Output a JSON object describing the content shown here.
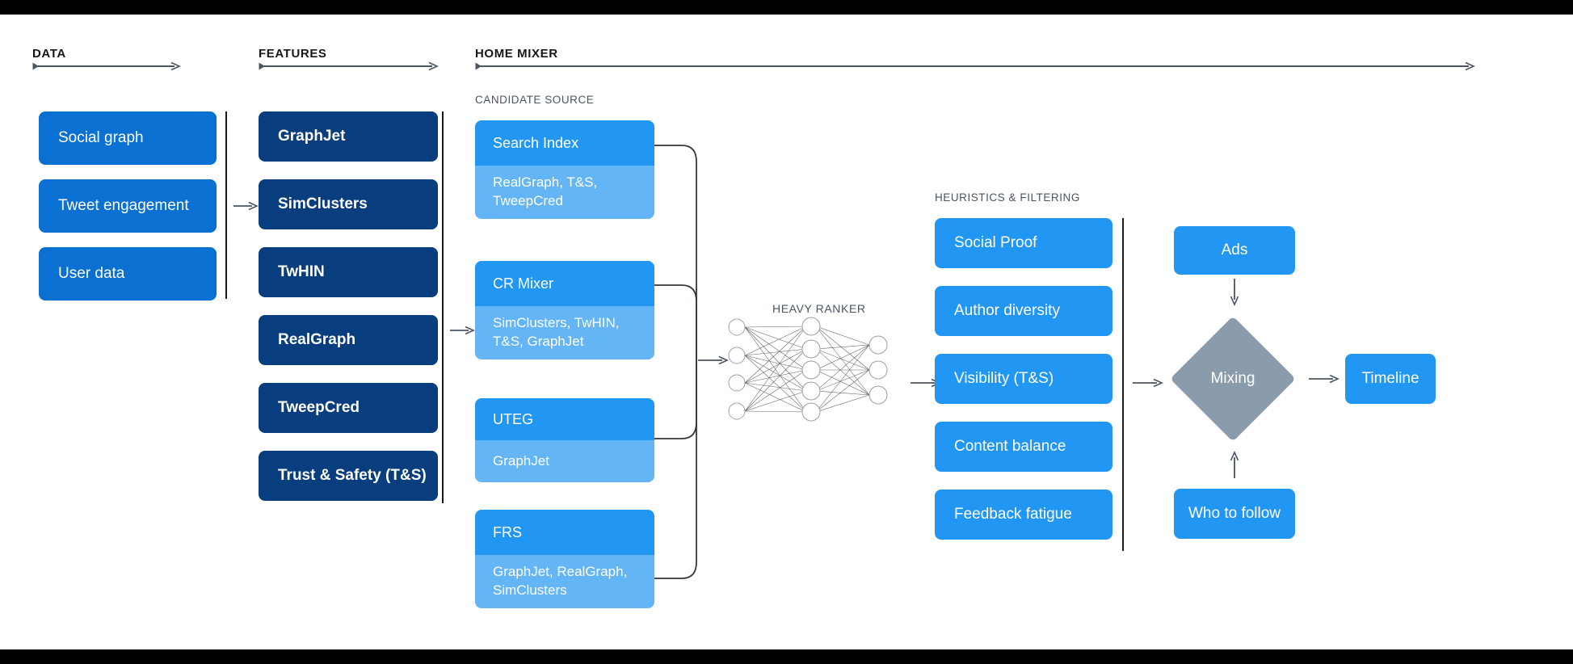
{
  "meta": {
    "background": "#000000",
    "canvas_background": "#ffffff",
    "colors": {
      "data_card": "#0a70d1",
      "feature_card": "#083d7e",
      "candidate_head": "#2196f3",
      "candidate_body": "#64b5f6",
      "heuristic_card": "#2196f3",
      "output_card": "#2196f3",
      "diamond": "#8a9bac",
      "connector": "#33383d",
      "divider": "#1a1a1a",
      "section_title": "#14171a",
      "sub_title": "#4a5560"
    }
  },
  "sections": {
    "data": {
      "title": "DATA"
    },
    "features": {
      "title": "FEATURES"
    },
    "home_mixer": {
      "title": "HOME MIXER"
    },
    "candidate_source": {
      "title": "CANDIDATE SOURCE"
    },
    "heavy_ranker": {
      "title": "HEAVY RANKER"
    },
    "heuristics": {
      "title": "HEURISTICS & FILTERING"
    }
  },
  "data_items": [
    {
      "label": "Social graph"
    },
    {
      "label": "Tweet engagement"
    },
    {
      "label": "User data"
    }
  ],
  "feature_items": [
    {
      "label": "GraphJet"
    },
    {
      "label": "SimClusters"
    },
    {
      "label": "TwHIN"
    },
    {
      "label": "RealGraph"
    },
    {
      "label": "TweepCred"
    },
    {
      "label": "Trust & Safety (T&S)"
    }
  ],
  "candidate_sources": [
    {
      "name": "Search Index",
      "features": "RealGraph, T&S,\nTweepCred"
    },
    {
      "name": "CR Mixer",
      "features": "SimClusters, TwHIN,\nT&S, GraphJet"
    },
    {
      "name": "UTEG",
      "features": "GraphJet"
    },
    {
      "name": "FRS",
      "features": "GraphJet, RealGraph,\nSimClusters"
    }
  ],
  "heuristic_items": [
    {
      "label": "Social Proof"
    },
    {
      "label": "Author diversity"
    },
    {
      "label": "Visibility (T&S)"
    },
    {
      "label": "Content balance"
    },
    {
      "label": "Feedback fatigue"
    }
  ],
  "mixing": {
    "ads_label": "Ads",
    "mixing_label": "Mixing",
    "who_to_follow_label": "Who to follow",
    "timeline_label": "Timeline"
  },
  "neural_net": {
    "input_nodes": 4,
    "hidden_nodes": 5,
    "output_nodes": 3
  }
}
